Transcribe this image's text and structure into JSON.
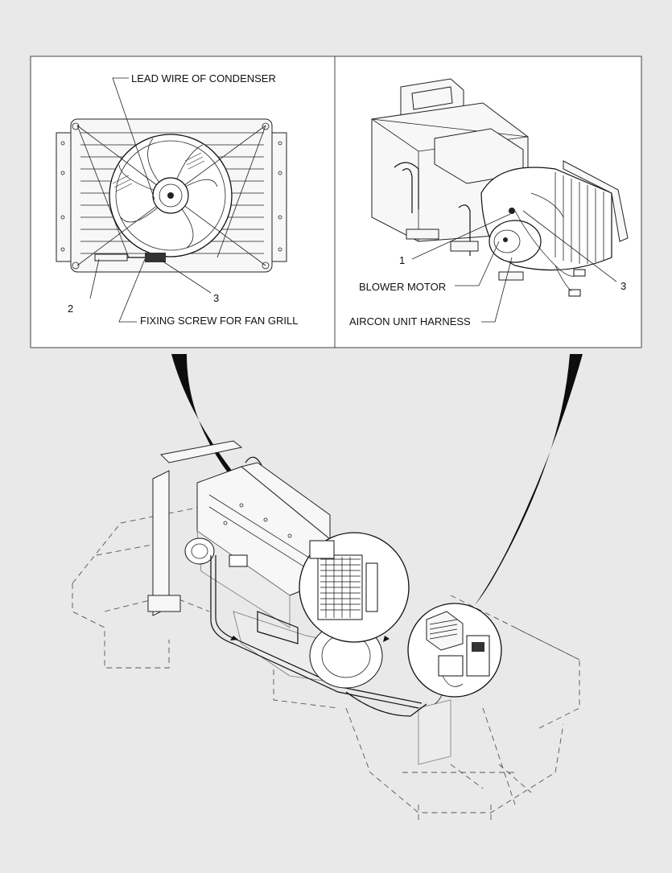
{
  "callouts": {
    "left": {
      "lead_wire": "LEAD WIRE OF CONDENSER",
      "num_2": "2",
      "num_3": "3",
      "fixing_screw": "FIXING SCREW FOR FAN GRILL"
    },
    "right": {
      "num_1": "1",
      "blower_motor": "BLOWER MOTOR",
      "num_3": "3",
      "aircon_harness": "AIRCON UNIT HARNESS"
    }
  },
  "icons": {
    "condenser_fan": "condenser-fan-icon",
    "blower_unit": "blower-unit-icon",
    "machine": "machine-overview-icon"
  }
}
